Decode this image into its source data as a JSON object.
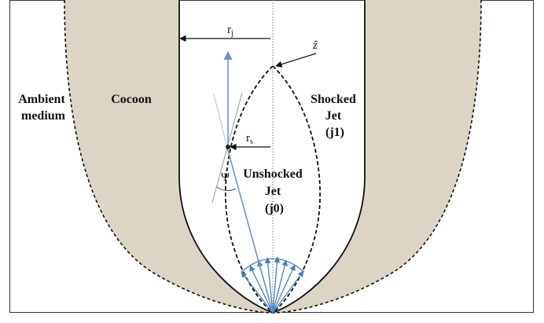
{
  "colors": {
    "cocoon_fill": "#dcd4c4",
    "outline": "#111111",
    "injection_arrows": "#4a7fb8",
    "streamline": "#6e96c4",
    "tangent": "#999999"
  },
  "labels": {
    "ambient_1": "Ambient",
    "ambient_2": "medium",
    "cocoon": "Cocoon",
    "shocked_1": "Shocked",
    "shocked_2": "Jet",
    "shocked_3": "(j1)",
    "unshocked_1": "Unshocked",
    "unshocked_2": "Jet",
    "unshocked_3": "(j0)",
    "rj_main": "r",
    "rj_sub": "j",
    "rs_main": "r",
    "rs_sub": "s",
    "zhat": "ẑ",
    "psi": "Ψ"
  }
}
